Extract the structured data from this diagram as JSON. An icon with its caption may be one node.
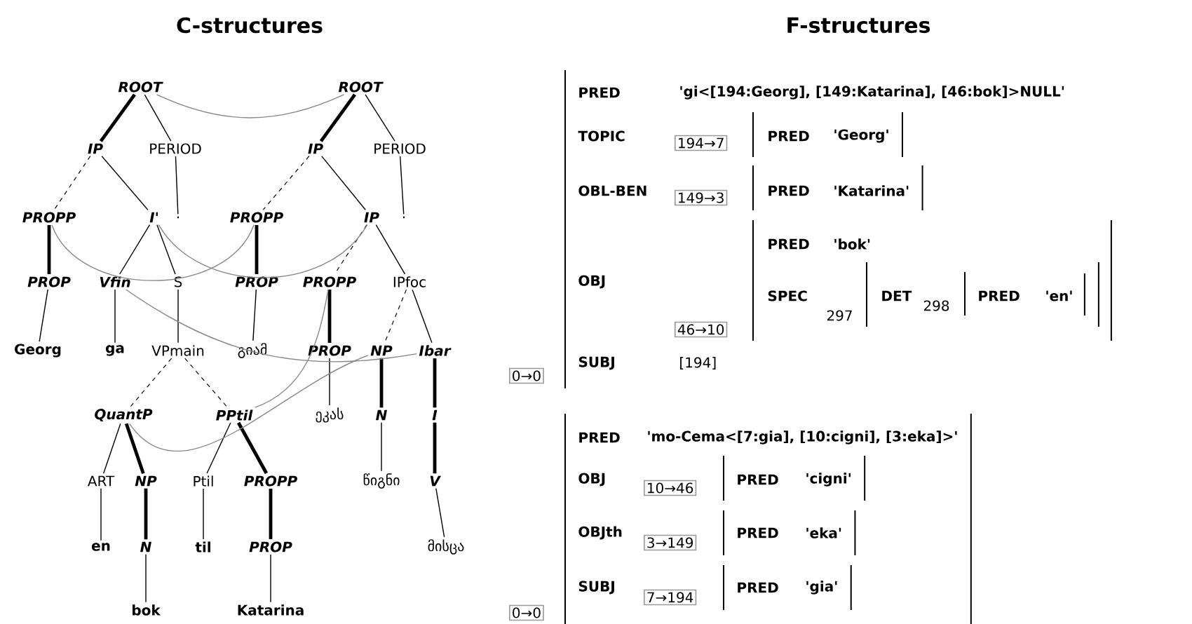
{
  "diagram": {
    "nodes": [
      {
        "text": [
          "ROOT"
        ]
      },
      {
        "text": [
          "IP"
        ]
      },
      {
        "text": [
          "PERIOD"
        ]
      },
      {
        "text": [
          "PROPP"
        ]
      },
      {
        "text": [
          "I'"
        ]
      },
      {
        "text": [
          "."
        ]
      },
      {
        "text": [
          "PROP"
        ]
      },
      {
        "text": [
          "Vfin"
        ]
      },
      {
        "text": [
          "S"
        ]
      },
      {
        "text": [
          "Georg"
        ]
      },
      {
        "text": [
          "ga"
        ]
      },
      {
        "text": [
          "VPmain"
        ]
      },
      {
        "text": [
          "QuantP"
        ]
      },
      {
        "text": [
          "PPtil"
        ]
      },
      {
        "text": [
          "ART"
        ]
      },
      {
        "text": [
          "NP"
        ]
      },
      {
        "text": [
          "Ptil"
        ]
      },
      {
        "text": [
          "PROPP"
        ]
      },
      {
        "text": [
          "en"
        ]
      },
      {
        "text": [
          "N"
        ]
      },
      {
        "text": [
          "til"
        ]
      },
      {
        "text": [
          "PROP"
        ]
      },
      {
        "text": [
          "bok"
        ]
      },
      {
        "text": [
          "Katarina"
        ]
      },
      {
        "text": [
          "ROOT"
        ]
      },
      {
        "text": [
          "IP"
        ]
      },
      {
        "text": [
          "PERIOD"
        ]
      },
      {
        "text": [
          "PROPP"
        ]
      },
      {
        "text": [
          "IP"
        ]
      },
      {
        "text": [
          "."
        ]
      },
      {
        "text": [
          "PROP"
        ]
      },
      {
        "text": [
          "PROPP"
        ]
      },
      {
        "text": [
          "IPfoc"
        ]
      },
      {
        "text": [
          "გიამ"
        ]
      },
      {
        "text": [
          "PROP"
        ]
      },
      {
        "text": [
          "NP"
        ]
      },
      {
        "text": [
          "Ibar"
        ]
      },
      {
        "text": [
          "ეკას"
        ]
      },
      {
        "text": [
          "N"
        ]
      },
      {
        "text": [
          "I"
        ]
      },
      {
        "text": [
          "წიგნი"
        ]
      },
      {
        "text": [
          "V"
        ]
      },
      {
        "text": [
          "მისცა"
        ]
      },
      {
        "text": [
          "194→7"
        ]
      },
      {
        "text": [
          "149→3"
        ]
      },
      {
        "text": [
          "46→10"
        ]
      },
      {
        "text": [
          "0→0"
        ]
      },
      {
        "text": [
          "10→46"
        ]
      },
      {
        "text": [
          "3→149"
        ]
      },
      {
        "text": [
          "7→194"
        ]
      },
      {
        "text": [
          "0→0"
        ]
      }
    ],
    "edges": [
      {
        "from": 0,
        "to": 1,
        "arrow": "none",
        "style": "thick"
      },
      {
        "from": 0,
        "to": 2,
        "arrow": "none"
      },
      {
        "from": 1,
        "to": 3,
        "arrow": "none",
        "style": "dashed"
      },
      {
        "from": 1,
        "to": 4,
        "arrow": "none"
      },
      {
        "from": 2,
        "to": 5,
        "arrow": "none"
      },
      {
        "from": 3,
        "to": 6,
        "arrow": "none",
        "style": "thick"
      },
      {
        "from": 4,
        "to": 7,
        "arrow": "none"
      },
      {
        "from": 4,
        "to": 8,
        "arrow": "none"
      },
      {
        "from": 6,
        "to": 9,
        "arrow": "none"
      },
      {
        "from": 7,
        "to": 10,
        "arrow": "none"
      },
      {
        "from": 8,
        "to": 11,
        "arrow": "none"
      },
      {
        "from": 11,
        "to": 12,
        "arrow": "none",
        "style": "dashed"
      },
      {
        "from": 11,
        "to": 13,
        "arrow": "none",
        "style": "dashed"
      },
      {
        "from": 12,
        "to": 14,
        "arrow": "none"
      },
      {
        "from": 12,
        "to": 15,
        "arrow": "none",
        "style": "thick"
      },
      {
        "from": 13,
        "to": 16,
        "arrow": "none"
      },
      {
        "from": 13,
        "to": 17,
        "arrow": "none",
        "style": "thick"
      },
      {
        "from": 14,
        "to": 18,
        "arrow": "none"
      },
      {
        "from": 15,
        "to": 19,
        "arrow": "none",
        "style": "thick"
      },
      {
        "from": 16,
        "to": 20,
        "arrow": "none"
      },
      {
        "from": 17,
        "to": 21,
        "arrow": "none",
        "style": "thick"
      },
      {
        "from": 19,
        "to": 22,
        "arrow": "none"
      },
      {
        "from": 21,
        "to": 23,
        "arrow": "none"
      },
      {
        "from": 24,
        "to": 25,
        "arrow": "none",
        "style": "thick"
      },
      {
        "from": 24,
        "to": 26,
        "arrow": "none"
      },
      {
        "from": 25,
        "to": 27,
        "arrow": "none",
        "style": "dashed"
      },
      {
        "from": 25,
        "to": 28,
        "arrow": "none"
      },
      {
        "from": 26,
        "to": 29,
        "arrow": "none"
      },
      {
        "from": 27,
        "to": 30,
        "arrow": "none",
        "style": "thick"
      },
      {
        "from": 28,
        "to": 31,
        "arrow": "none",
        "style": "dashed"
      },
      {
        "from": 28,
        "to": 32,
        "arrow": "none"
      },
      {
        "from": 30,
        "to": 33,
        "arrow": "none"
      },
      {
        "from": 31,
        "to": 34,
        "arrow": "none",
        "style": "thick"
      },
      {
        "from": 32,
        "to": 35,
        "arrow": "none",
        "style": "dashed"
      },
      {
        "from": 32,
        "to": 36,
        "arrow": "none"
      },
      {
        "from": 34,
        "to": 37,
        "arrow": "none"
      },
      {
        "from": 35,
        "to": 38,
        "arrow": "none",
        "style": "thick"
      },
      {
        "from": 36,
        "to": 39,
        "arrow": "none",
        "style": "thick"
      },
      {
        "from": 38,
        "to": 40,
        "arrow": "none"
      },
      {
        "from": 39,
        "to": 41,
        "arrow": "none",
        "style": "thick"
      },
      {
        "from": 41,
        "to": 42,
        "arrow": "none"
      },
      {
        "from": 0,
        "to": 24,
        "arrow": "none",
        "color": "#888888"
      },
      {
        "from": 3,
        "to": 27,
        "arrow": "none",
        "color": "#888888"
      },
      {
        "from": 4,
        "to": 28,
        "arrow": "none",
        "color": "#888888"
      },
      {
        "from": 7,
        "to": 36,
        "arrow": "none",
        "color": "#888888"
      },
      {
        "from": 12,
        "to": 35,
        "arrow": "none",
        "color": "#888888"
      },
      {
        "from": 13,
        "to": 31,
        "arrow": "none",
        "color": "#888888"
      }
    ],
    "labels": [
      "C-structures",
      "F-structures",
      "PRED",
      "'gi<[194:Georg], [149:Katarina], [46:bok]>NULL'",
      "TOPIC",
      "PRED",
      "'Georg'",
      "OBL-BEN",
      "PRED",
      "'Katarina'",
      "OBJ",
      "PRED",
      "'bok'",
      "SPEC",
      "297",
      "DET",
      "298",
      "PRED",
      "'en'",
      "SUBJ",
      "[194]",
      "PRED",
      "'mo-Cema<[7:gia], [10:cigni], [3:eka]>'",
      "OBJ",
      "PRED",
      "'cigni'",
      "OBJth",
      "PRED",
      "'eka'",
      "SUBJ",
      "PRED",
      "'gia'"
    ]
  }
}
